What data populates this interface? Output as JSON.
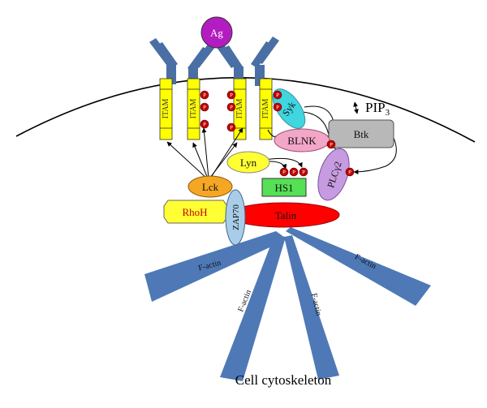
{
  "antigen": "Ag",
  "itam": "ITAM",
  "phospho": "P",
  "proteins": {
    "syk": "Syk",
    "btk": "Btk",
    "pip3_base": "PIP",
    "pip3_sub": "3",
    "blnk": "BLNK",
    "lyn": "Lyn",
    "plcg2": "PLCγ2",
    "lck": "Lck",
    "hs1": "HS1",
    "rhoh": "RhoH",
    "talin": "Talin",
    "zap70": "ZAP70"
  },
  "factin": "F-actin",
  "caption": "Cell cytoskeleton",
  "colors": {
    "receptor": "#4a6fa5",
    "antigen": "#b31cc0",
    "itam": "#ffff00",
    "phospho": "#c00000",
    "syk": "#3fd6e0",
    "btk": "#b8b8b8",
    "blnk": "#f2a6c8",
    "lyn": "#ffff33",
    "plcg2": "#c79be0",
    "lck": "#f5a623",
    "hs1": "#55e055",
    "rhoh": "#ffff33",
    "rhoh_text": "#c00000",
    "talin": "#ff0000",
    "zap70": "#a9cde8",
    "factin": "#4e79b6"
  }
}
